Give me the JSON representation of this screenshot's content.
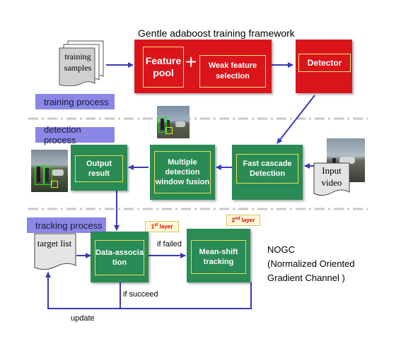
{
  "title": "Gentle adaboost training framework",
  "training": {
    "samples_label": "training samples",
    "process_label": "training process",
    "feature_pool": "Feature pool",
    "plus": "+",
    "weak_feature_selection": "Weak feature selection",
    "detector": "Detector"
  },
  "detection": {
    "process_label": "detection process",
    "fast_cascade": "Fast cascade Detection",
    "fusion": "Multiple detection window fusion",
    "output": "Output result",
    "input_video": "Input video"
  },
  "tracking": {
    "process_label": "tracking process",
    "target_list": "target list",
    "data_association": "Data-association",
    "mean_shift": "Mean-shift tracking",
    "layer1": "1st layer",
    "layer2": "2nd layer",
    "if_failed": "if failed",
    "if_succeed": "if succeed",
    "update": "update"
  },
  "nogc": {
    "line1": "NOGC",
    "line2": "(Normalized Oriented",
    "line3": "Gradient Channel )"
  },
  "colors": {
    "red": "#d9151b",
    "green": "#2a8b54",
    "purple": "#8a87e6",
    "arrow": "#3a3ab8",
    "separator": "#c8c8c8"
  }
}
